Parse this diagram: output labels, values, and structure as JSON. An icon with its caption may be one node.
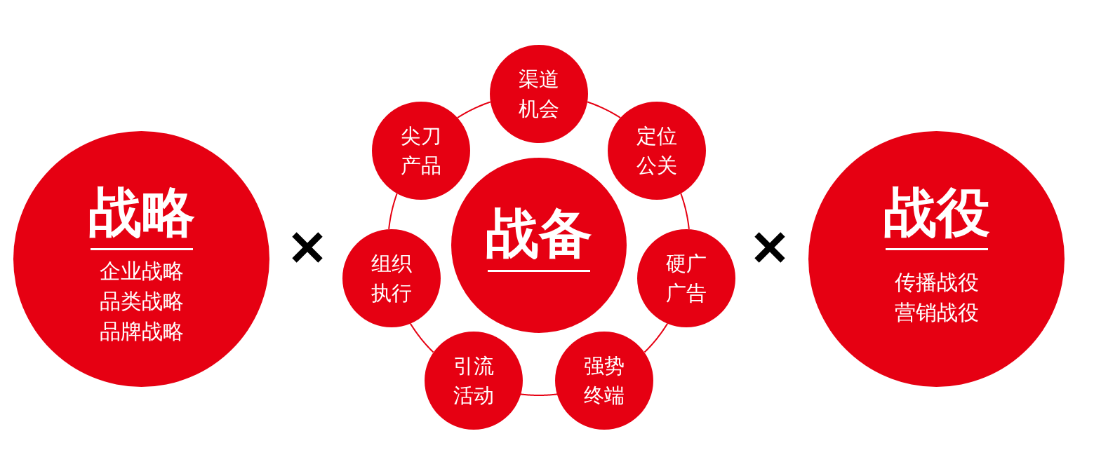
{
  "diagram": {
    "nodes": [
      {
        "text": [
          "战略",
          "企业战略",
          "品类战略",
          "品牌战略"
        ]
      },
      {
        "text": [
          "战备"
        ]
      },
      {
        "text": [
          "渠道机会"
        ]
      },
      {
        "text": [
          "定位公关"
        ]
      },
      {
        "text": [
          "硬广广告"
        ]
      },
      {
        "text": [
          "强势终端"
        ]
      },
      {
        "text": [
          "引流活动"
        ]
      },
      {
        "text": [
          "组织执行"
        ]
      },
      {
        "text": [
          "尖刀产品"
        ]
      },
      {
        "text": [
          "战役",
          "传播战役",
          "营销战役"
        ]
      }
    ],
    "edges": [
      {
        "from": 2,
        "to": 3,
        "arrow": "none"
      },
      {
        "from": 3,
        "to": 4,
        "arrow": "none"
      },
      {
        "from": 4,
        "to": 5,
        "arrow": "none"
      },
      {
        "from": 5,
        "to": 6,
        "arrow": "none"
      },
      {
        "from": 6,
        "to": 7,
        "arrow": "none"
      },
      {
        "from": 7,
        "to": 8,
        "arrow": "none"
      },
      {
        "from": 8,
        "to": 2,
        "arrow": "none"
      }
    ]
  }
}
